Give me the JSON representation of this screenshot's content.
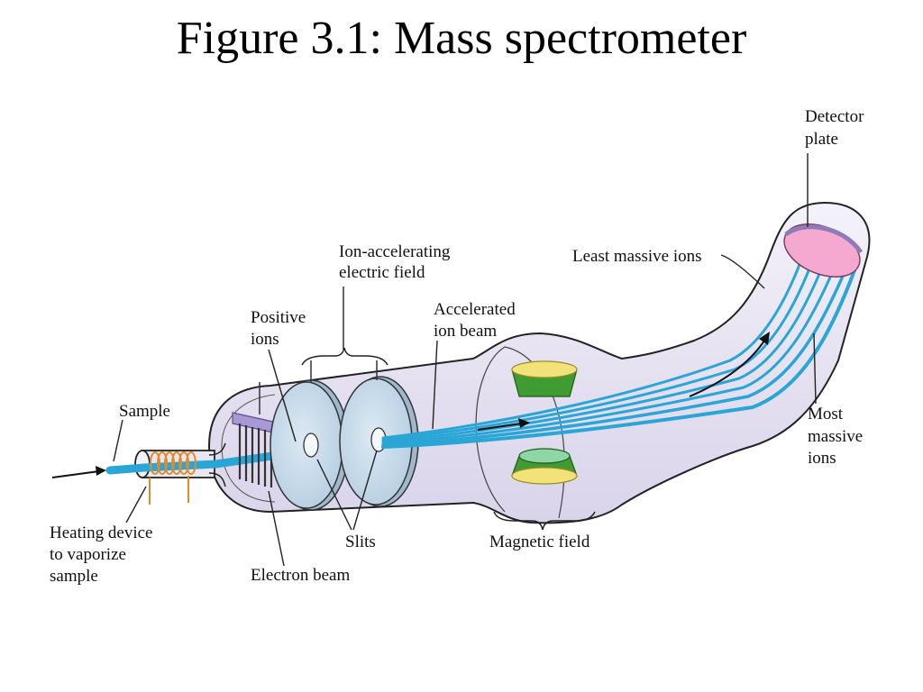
{
  "title": "Figure 3.1: Mass spectrometer",
  "labels": {
    "detector_plate": [
      "Detector",
      "plate"
    ],
    "least_massive": "Least massive ions",
    "ion_accelerating": [
      "Ion-accelerating",
      "electric field"
    ],
    "accelerated_beam": [
      "Accelerated",
      "ion beam"
    ],
    "positive_ions": [
      "Positive",
      "ions"
    ],
    "sample": "Sample",
    "most_massive": [
      "Most",
      "massive",
      "ions"
    ],
    "heating_device": [
      "Heating device",
      "to vaporize",
      "sample"
    ],
    "slits": "Slits",
    "magnetic_field": "Magnetic field",
    "electron_beam": "Electron beam"
  },
  "colors": {
    "tube_fill": "#e9e6f3",
    "tube_stroke": "#222222",
    "ion_beam": "#2aa6d6",
    "plate_fill": "#c9dcea",
    "plate_edge": "#8aa7bd",
    "magnet_yellow": "#f2e27a",
    "magnet_green": "#3f9b32",
    "magnet_mint": "#8fd6a6",
    "detector": "#f5a9d0",
    "grid": "#9b8ec9",
    "coil": "#e08a2a"
  }
}
